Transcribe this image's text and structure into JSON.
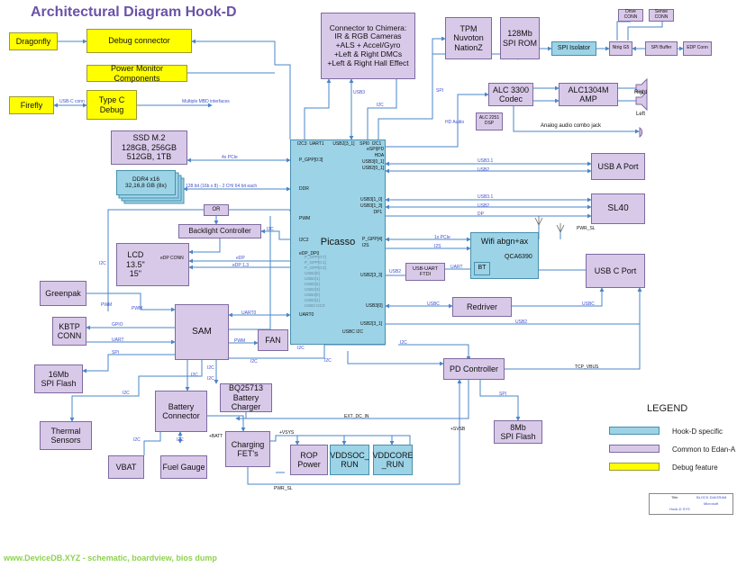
{
  "title": "Architectural Diagram Hook-D",
  "footer": "www.DeviceDB.XYZ - schematic, boardview, bios dump",
  "colors": {
    "purple_box": "#d9c9e9",
    "cyan_box": "#9cd3e6",
    "yellow_box": "#ffff00",
    "line": "#4a86c8"
  },
  "blocks": {
    "dragonfly": "Dragonfly",
    "debug_connector": "Debug connector",
    "power_monitor": "Power Monitor Components",
    "firefly": "Firefly",
    "type_c_debug": "Type C Debug",
    "chimera": "Connector to Chimera:\nIR & RGB Cameras\n+ALS + Accel/Gyro\n+Left & Right DMCs\n+Left & Right Hall Effect",
    "tpm": "TPM\nNuvoton\nNationZ",
    "spi_rom": "128Mb\nSPI ROM",
    "drive_conn": "Drive\nCONN",
    "sense_conn": "Sense\nCONN",
    "spi_isolator": "SPI Isolator",
    "ntrig": "Ntrig G5",
    "spi_buffer": "SPI Buffer",
    "edp_conn": "EDP Conn",
    "codec": "ALC 3300\nCodec",
    "amp": "ALC1304M\nAMP",
    "dsp": "ALC 2251\nDSP",
    "ssd": "SSD M.2\n128GB, 256GB\n512GB, 1TB",
    "ddr": "DDR4 x16\n32,16,8 GB (8x)",
    "usb_a": "USB A Port",
    "sl40": "SL40",
    "picasso": "Picasso",
    "wifi": "Wifi  abgn+ax",
    "qca": "QCA6390",
    "bt": "BT",
    "usb_uart": "USB-UART\nFTDI",
    "usb_c_port": "USB C Port",
    "or_gate": "OR",
    "backlight": "Backlight Controller",
    "lcd": "LCD\n13.5\"\n15\"",
    "edp_conn2": "eDP\nCONN",
    "greenpak": "Greenpak",
    "kbtp": "KBTP\nCONN",
    "sam": "SAM",
    "fan": "FAN",
    "redriver": "Redriver",
    "spi_flash_16": "16Mb\nSPI Flash",
    "battery_connector": "Battery\nConnector",
    "bq": "BQ25713\nBattery\nCharger",
    "pd_controller": "PD Controller",
    "thermal": "Thermal\nSensors",
    "vbat": "VBAT",
    "fuel_gauge": "Fuel Gauge",
    "charging_fets": "Charging\nFET's",
    "rop_power": "ROP\nPower",
    "vddsoc": "VDDSOC_\nRUN",
    "vddcore": "VDDCORE\n_RUN",
    "spi_flash_8": "8Mb\nSPI Flash"
  },
  "labels": {
    "usbc_conn": "USB-C\nconn",
    "multiple_mbd": "Multiple MBD\ninterfaces",
    "right": "Right",
    "left": "Left",
    "analog_jack": "Analog audio combo jack",
    "pwr_sl": "PWR_SL",
    "pwr_sl2": "PWR_SL",
    "ext_dc_in": "EXT_DC_IN",
    "plus_vsys": "+VSYS",
    "plus_batt": "+BATT",
    "plus_svsb": "+SVSB",
    "tcp_vbus": "TCP_VBUS",
    "legend": "LEGEND",
    "legend_hookd": "Hook-D specific",
    "legend_common": "Common to Edan-A",
    "legend_debug": "Debug feature"
  },
  "signals": {
    "spi_a": "SPI",
    "hd_audio": "HD Audio",
    "usb_chim": "USB3",
    "i2c_chim": "I2C",
    "pcie4x": "4x PCIe",
    "ddr_bus": "128 bit (16b x 8)  - 2 CH/  64 bit each",
    "usb3_1": "USB3.1",
    "usb2_a": "USB2",
    "usb3_2": "USB3.1",
    "usb2_b": "USB2",
    "dp": "DP",
    "pcie1x": "1x PCIe",
    "i2s": "I2S",
    "usb2_c": "USB2",
    "uart_bt": "UART",
    "edp_a": "eDP",
    "edp_b": "eDP 1.3",
    "pwm_a": "PWM",
    "i2c_b": "I2C",
    "i2c_c": "I2C",
    "uart0": "UART0",
    "pwm_b": "PWM",
    "gpio": "GPIO",
    "uart_b": "UART",
    "spi_b": "SPI",
    "pwm_fan": "PWM",
    "i2c_d": "I2C",
    "i2c_e": "I2C",
    "i2c_f": "I2C",
    "usbc_a": "USBC",
    "usbc_b": "USBC",
    "usb2_d": "USB2",
    "spi_c": "SPI",
    "i2c_g": "I2C",
    "i2c_h": "I2C",
    "i2c_i": "I2C",
    "i2c_j": "I2C",
    "i2c_k": "I2C",
    "i2c_l": "I2C",
    "i2c_m": "I2C"
  },
  "picasso_pins": {
    "top": "I2C3  UART1       USB2[3_1]    SPI0  I2C1",
    "p_gpp": "P_GPP[0:3]",
    "ddr": "DDR",
    "pwm": "PWM",
    "i2c2": "I2C2",
    "edp": "eDP_DP0",
    "uart0": "UART0",
    "usbc_i2c": "USBC I2C",
    "right_top": "eSPI|PD\nHDA\nUSB3[0_1]\nUSB2[0_1]",
    "usb3_01": "USB3[1_0]\nUSB3[1_3]\nDP1",
    "p_gpp4": "P_GPP[4]\nI2S",
    "usb2_3": "USB2[3_3]",
    "usb3_0": "USB3[0]",
    "usb23": "USB2[3_1]",
    "mid_list": "P_GPP[0:7]\nP_GPP[0:1]\nP_GPP[0:3]\nUSB2[0]\nUSB2[1]\nUSB2[2]\nUSB2[3]\nUSB3[0]\nUSB3[1]\nUSB3 I2C0"
  },
  "title_block": {
    "title": "Title",
    "name": "Hook-D SYS",
    "company": "Microsoft",
    "doc": "BLOCK DIAGRAM"
  }
}
